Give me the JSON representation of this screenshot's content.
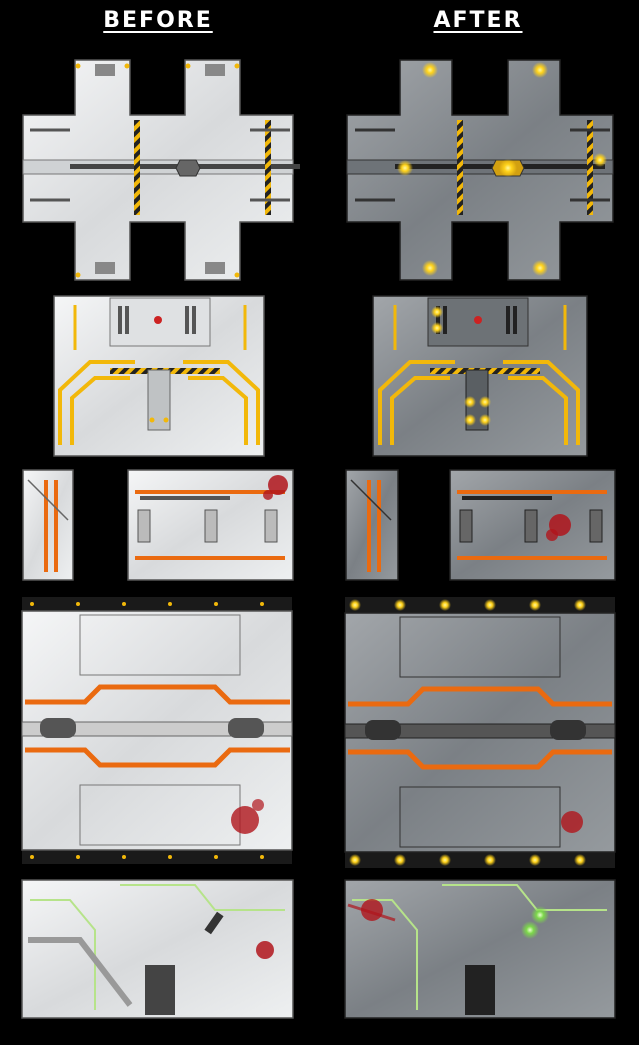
{
  "headers": {
    "before": "BEFORE",
    "after": "AFTER"
  },
  "colors": {
    "background": "#000000",
    "before_panel": "#e6e8ea",
    "after_panel": "#8d9296",
    "hazard_yellow": "#f2b80a",
    "accent_orange": "#ea6a10",
    "accent_green": "#b6e38a",
    "blood_red": "#b0151c",
    "light_glow": "#ffe23b"
  },
  "tiles": [
    {
      "id": "tile-1",
      "description_icon": "cross-room-icon"
    },
    {
      "id": "tile-2",
      "description_icon": "hazard-room-icon"
    },
    {
      "id": "tile-3",
      "description_icon": "corridor-pieces-icon"
    },
    {
      "id": "tile-4",
      "description_icon": "large-orange-room-icon"
    },
    {
      "id": "tile-5",
      "description_icon": "green-room-icon"
    }
  ]
}
